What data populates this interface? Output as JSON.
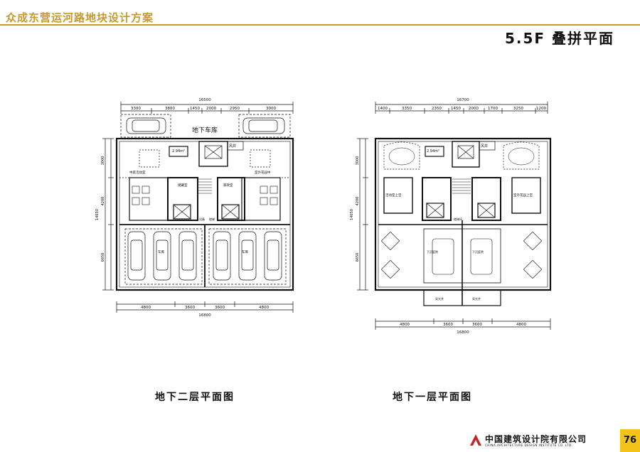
{
  "header": {
    "title": "众成东营运河路地块设计方案",
    "subtitle": "5.5F 叠拼平面",
    "accent_color": "#c69a2c"
  },
  "plans": [
    {
      "caption": "地下二层平面图",
      "label_garage": "地下车库",
      "top_total": "16500",
      "top_dims": [
        "3300",
        "3800",
        "1450",
        "2000",
        "2950",
        "3000"
      ],
      "left_total": "14650",
      "left_dims": [
        "3000",
        "4200",
        "6650"
      ],
      "bottom_dims": [
        "4800",
        "3600",
        "3600",
        "4800"
      ],
      "bottom_total": "16800",
      "area_label": "2.94m²",
      "rooms": [
        "中庭活动室",
        "室外花园中",
        "储藏室",
        "家政室",
        "设备",
        "楼梯",
        "车库",
        "车库",
        "风井"
      ]
    },
    {
      "caption": "地下一层平面图",
      "top_total": "16700",
      "top_dims": [
        "1400",
        "3350",
        "2350",
        "1450",
        "2000",
        "1700",
        "3250",
        "1200"
      ],
      "left_total": "14650",
      "left_dims": [
        "3000",
        "4200",
        "6650"
      ],
      "bottom_dims": [
        "4800",
        "3600",
        "3600",
        "4800"
      ],
      "bottom_total": "16800",
      "area_label": "2.94m²",
      "rooms": [
        "活动室上空",
        "室外花园上空",
        "下沉庭院",
        "下沉庭院",
        "楼梯间",
        "风井",
        "采光井",
        "采光井"
      ]
    }
  ],
  "footer": {
    "company": "中国建筑设计院有限公司",
    "company_en": "CHINA ARCHITECTURE DESIGN INSTITUTE CO. LTD.",
    "page": "76",
    "page_color": "#f2c318"
  }
}
